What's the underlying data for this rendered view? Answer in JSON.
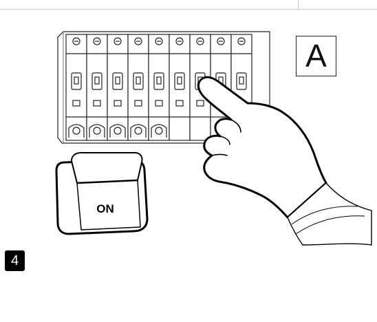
{
  "panel_label": "A",
  "switch_label": "ON",
  "step_number": "4",
  "breaker_count": 9,
  "colors": {
    "ink": "#111111",
    "badge_bg": "#000000",
    "badge_text": "#ffffff",
    "frame": "#c8c8c8",
    "background": "#ffffff"
  },
  "icons": [
    "circuit-breaker-panel",
    "pointing-hand-icon",
    "toggle-switch-icon"
  ]
}
